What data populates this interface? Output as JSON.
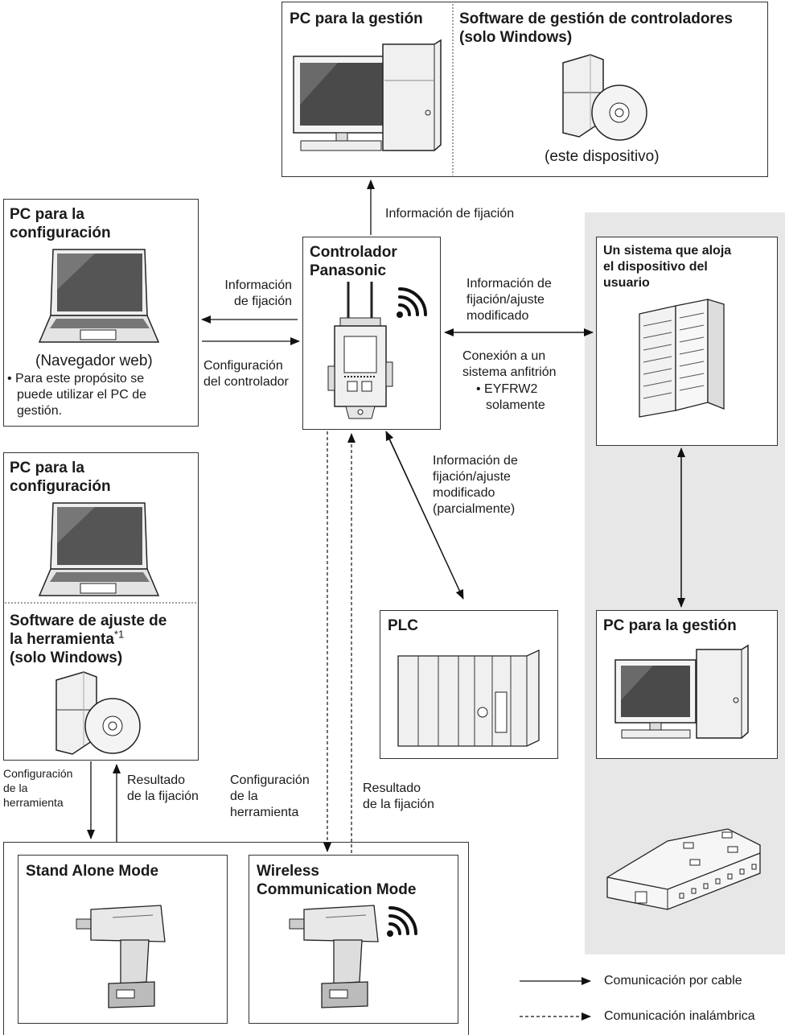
{
  "mgmt_pc_top": {
    "title": "PC para la gestión",
    "software_title": "Software de gestión de controladores\n(solo Windows)",
    "device_caption": "(este dispositivo)"
  },
  "setup_pc_browser": {
    "title": "PC para la\nconfiguración",
    "caption": "(Navegador web)",
    "note": "• Para este propósito se\npuede utilizar el PC de\ngestión."
  },
  "controller": {
    "title": "Controlador\nPanasonic"
  },
  "host_system": {
    "title": "Un sistema que aloja\nel dispositivo del\nusuario"
  },
  "setup_pc_software": {
    "title": "PC para la\nconfiguración",
    "software_title": "Software de ajuste de\nla herramienta",
    "footnote_mark": "*1",
    "software_note": "(solo Windows)"
  },
  "plc": {
    "title": "PLC"
  },
  "mgmt_pc_right": {
    "title": "PC para la gestión"
  },
  "tools": {
    "stand_alone": "Stand Alone Mode",
    "wireless": "Wireless\nCommunication Mode"
  },
  "labels": {
    "fix_info_up": "Información de fijación",
    "fix_info_left": "Información\nde fijación",
    "controller_config": "Configuración\ndel controlador",
    "fix_adjust_host": "Información de\nfijación/ajuste\nmodificado",
    "host_connection": "Conexión a un\nsistema anfitrión",
    "host_connection_note": "• EYFRW2\nsolamente",
    "fix_adjust_plc": "Información de\nfijación/ajuste\nmodificado\n(parcialmente)",
    "tool_config_left": "Configuración\nde la\nherramienta",
    "fix_result_left": "Resultado\nde la fijación",
    "tool_config_mid": "Configuración\nde la\nherramienta",
    "fix_result_mid": "Resultado\nde la fijación"
  },
  "legend": {
    "wired": "Comunicación por cable",
    "wireless": "Comunicación inalámbrica"
  }
}
